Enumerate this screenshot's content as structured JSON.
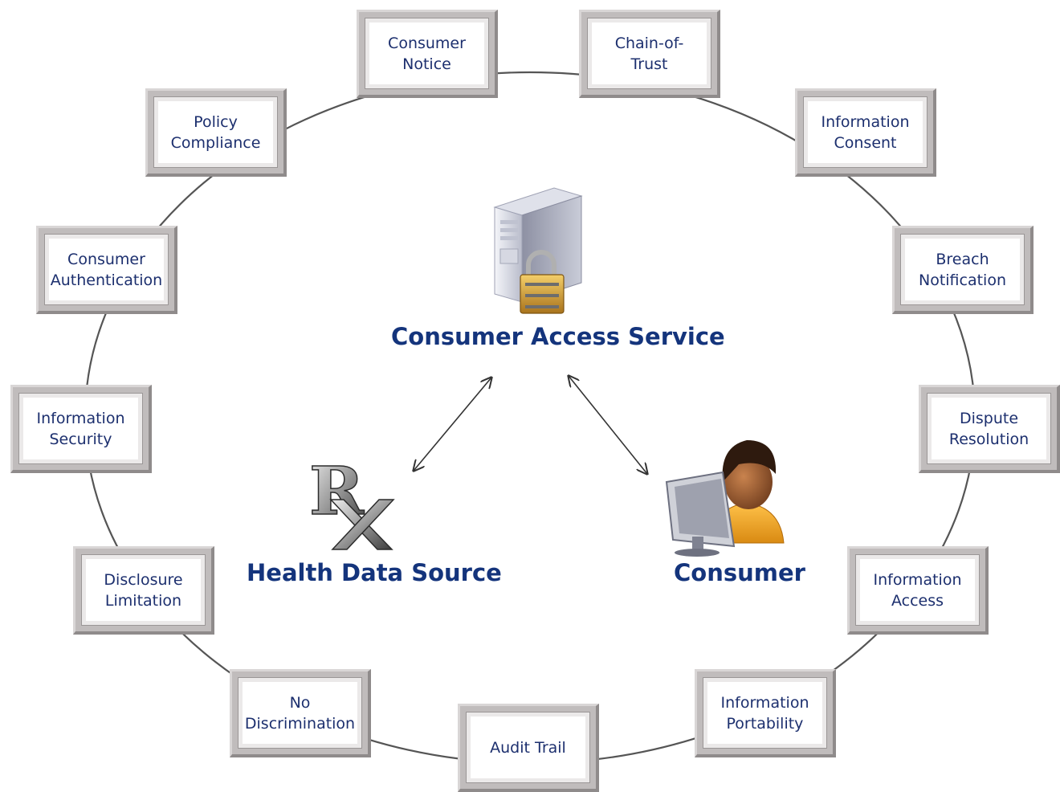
{
  "diagram": {
    "center_label": "Consumer Access Service",
    "source_label": "Health Data Source",
    "consumer_label": "Consumer",
    "rx_icon": "prescription-rx-icon",
    "server_icon": "locked-server-icon",
    "consumer_icon": "person-at-computer-icon",
    "principles": [
      "Consumer\nNotice",
      "Chain-of-\nTrust",
      "Information\nConsent",
      "Breach\nNotification",
      "Dispute\nResolution",
      "Information\nAccess",
      "Information\nPortability",
      "Audit Trail",
      "No\nDiscrimination",
      "Disclosure\nLimitation",
      "Information\nSecurity",
      "Consumer\nAuthentication",
      "Policy\nCompliance"
    ]
  },
  "colors": {
    "label_blue": "#14347c",
    "box_text": "#1c2f6e",
    "frame_gray": "#c0bcbc",
    "ring_line": "#555555"
  }
}
